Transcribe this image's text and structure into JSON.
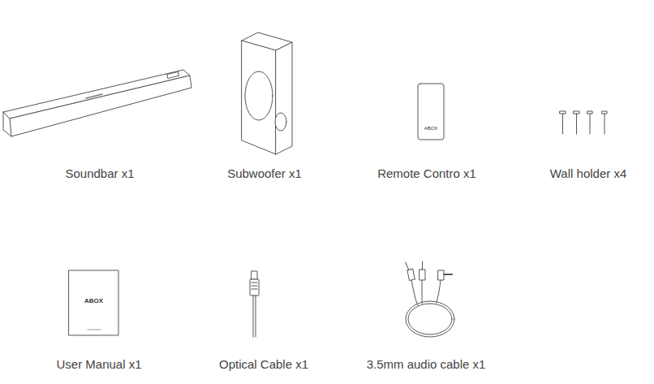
{
  "diagram": {
    "labels": [
      "Soundbar x1",
      "Subwoofer x1",
      "Remote Contro x1",
      "Wall holder x4",
      "User Manual x1",
      "Optical Cable x1",
      "3.5mm audio cable x1",
      "ABOX",
      "ABOX"
    ]
  }
}
